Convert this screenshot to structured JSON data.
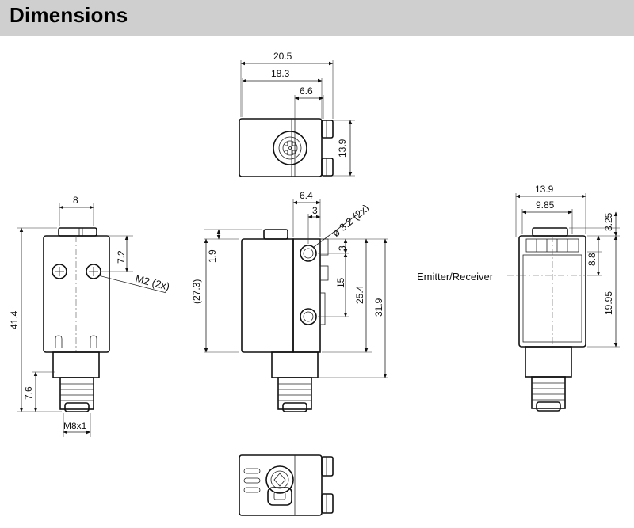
{
  "header": {
    "title": "Dimensions"
  },
  "top_view": {
    "dims": {
      "overall_width": "20.5",
      "connector_offset": "18.3",
      "connector_span": "6.6",
      "height": "13.9"
    }
  },
  "front_view": {
    "dims": {
      "width": "8",
      "hole_offset": "7.2",
      "screw_label": "M2 (2x)",
      "total_height": "41.4",
      "connector_height": "7.6",
      "thread": "M8x1"
    }
  },
  "side_view": {
    "dims": {
      "top_width": "6.4",
      "hole_edge": "3",
      "hole_diameter": "ø 3.2 (2x)",
      "top_offset": "1.9",
      "body_height": "(27.3)",
      "hole_top": "3",
      "hole_pitch": "15",
      "lens_height": "25.4",
      "overall": "31.9"
    }
  },
  "right_view": {
    "dims": {
      "width": "13.9",
      "optic_width": "9.85",
      "top_gap": "3.25",
      "optic_height": "8.8",
      "axis_height": "19.95"
    },
    "label": "Emitter/Receiver"
  }
}
